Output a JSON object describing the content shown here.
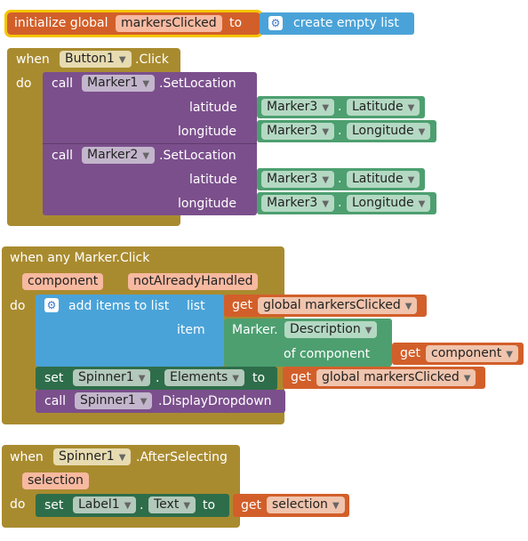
{
  "init": {
    "label": "initialize global",
    "var": "markersClicked",
    "to": "to",
    "create": "create empty list"
  },
  "event1": {
    "when": "when",
    "component": "Button1",
    ".click": ".Click",
    "do": "do",
    "call1": {
      "call": "call",
      "comp": "Marker1",
      "method": ".SetLocation"
    },
    "call2": {
      "call": "call",
      "comp": "Marker2",
      "method": ".SetLocation"
    },
    "lat": "latitude",
    "lon": "longitude",
    "src_comp": "Marker3",
    "dot": ".",
    "lat_prop": "Latitude",
    "lon_prop": "Longitude"
  },
  "event2": {
    "title": "when any Marker.Click",
    "param1": "component",
    "param2": "notAlreadyHandled",
    "do": "do",
    "add": "add items to list",
    "list_label": "list",
    "item_label": "item",
    "get": "get",
    "global_var": "global markersClicked",
    "marker": "Marker.",
    "description": "Description",
    "of_component": "of component",
    "component_var": "component",
    "set": "set",
    "spinner": "Spinner1",
    "dot": ".",
    "elements": "Elements",
    "to": "to",
    "call": "call",
    "display": ".DisplayDropdown"
  },
  "event3": {
    "when": "when",
    "component": "Spinner1",
    "method": ".AfterSelecting",
    "param": "selection",
    "do": "do",
    "set": "set",
    "label": "Label1",
    "dot": ".",
    "text_prop": "Text",
    "to": "to",
    "get": "get",
    "selection_var": "selection"
  }
}
